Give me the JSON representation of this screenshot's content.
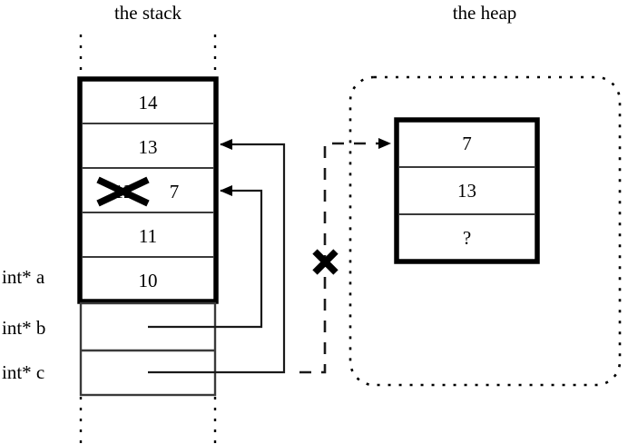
{
  "diagram": {
    "title_stack": "the stack",
    "title_heap": "the heap",
    "stack": {
      "frame_cells": [
        {
          "value": "14"
        },
        {
          "value": "13"
        },
        {
          "value": "12",
          "struck": true,
          "new_value": "7"
        },
        {
          "value": "11"
        },
        {
          "value": "10"
        }
      ],
      "pointer_slots": [
        {
          "label": "int* a"
        },
        {
          "label": "int* b"
        },
        {
          "label": "int* c"
        }
      ]
    },
    "heap": {
      "cells": [
        {
          "value": "7"
        },
        {
          "value": "13"
        },
        {
          "value": "?"
        }
      ]
    },
    "marks": {
      "struck_value_x": "strikethrough-x",
      "broken_pointer_x": "strikethrough-x"
    },
    "colors": {
      "ink": "#000000",
      "thin_line": "#3a3a3a",
      "background": "#ffffff"
    }
  }
}
